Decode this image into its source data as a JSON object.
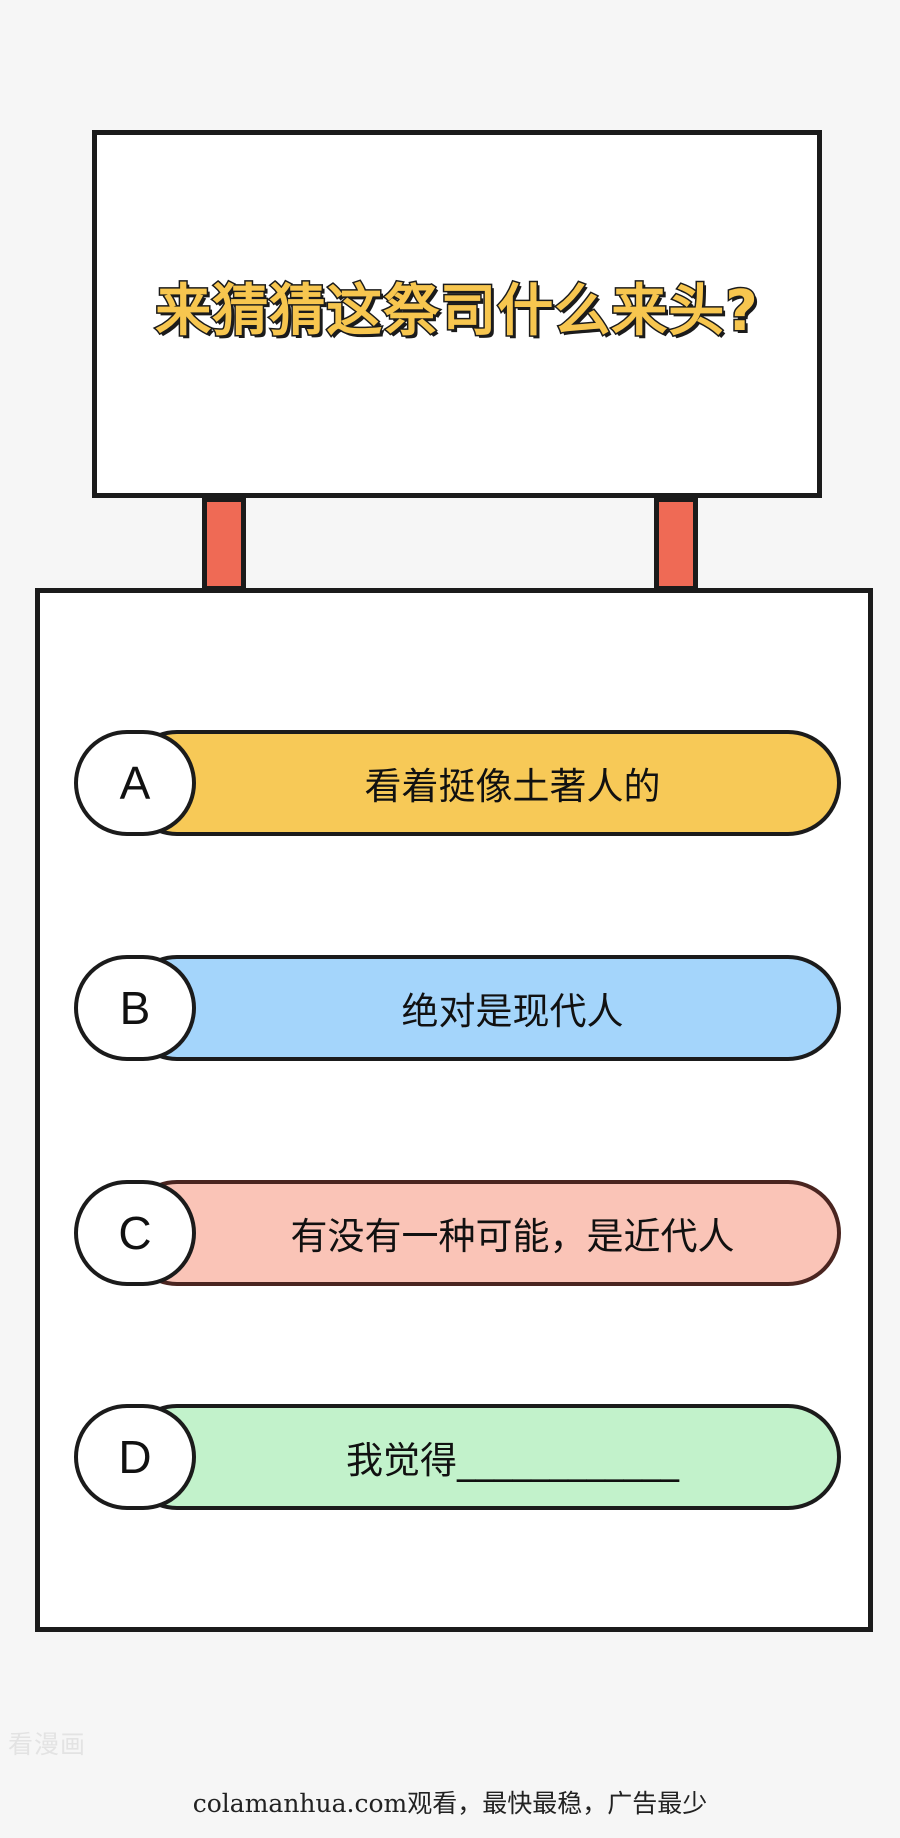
{
  "sign": {
    "title": "来猜猜这祭司什么来头?"
  },
  "options": [
    {
      "letter": "A",
      "text": "看着挺像土著人的",
      "color": "#f7c957"
    },
    {
      "letter": "B",
      "text": "绝对是现代人",
      "color": "#a4d5fb"
    },
    {
      "letter": "C",
      "text": "有没有一种可能，是近代人",
      "color": "#fac4b7"
    },
    {
      "letter": "D",
      "text": "我觉得____________",
      "color": "#c2f2cb"
    }
  ],
  "footer": {
    "watermark": "看漫画",
    "source": "colamanhua.com观看，最快最稳，广告最少"
  },
  "colors": {
    "post": "#ef6a55",
    "title_fill": "#f7c64f",
    "outline": "#1b1b1b"
  }
}
